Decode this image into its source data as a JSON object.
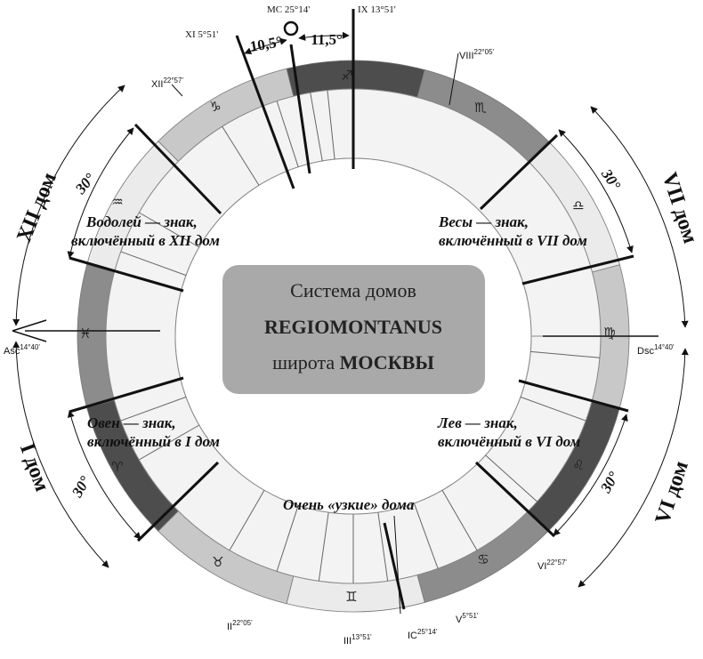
{
  "colors": {
    "dark": "#4d4d4d",
    "mid": "#8c8c8c",
    "light": "#c8c8c8",
    "pale": "#ebebeb",
    "center_box": "#a9a9a9"
  },
  "center": {
    "line1": "Система домов",
    "line2": "REGIOMONTANUS",
    "line3_a": "широта ",
    "line3_b": "МОСКВЫ"
  },
  "houses": {
    "xii": "XII дом",
    "vii": "VII дом",
    "i": "I дом",
    "vi": "VI дом"
  },
  "notes": {
    "aquarius_1": "Водолей — знак,",
    "aquarius_2": "включённый в XII дом",
    "libra_1": "Весы — знак,",
    "libra_2": "включённый в VII дом",
    "aries_1": "Овен — знак,",
    "aries_2": "включённый в I дом",
    "leo_1": "Лев — знак,",
    "leo_2": "включённый в VI дом",
    "narrow": "Очень «узкие» дома"
  },
  "degrees": {
    "d30": "30°",
    "left_top": "10,5°",
    "right_top": "11,5°"
  },
  "cusps": {
    "mc": "MC 25°14'",
    "ix": "IX 13°51'",
    "xi": "XI 5°51'",
    "viii_a": "VIII",
    "viii_b": "22°05'",
    "xii_a": "XII",
    "xii_b": "22°57'",
    "asc_a": "Asc",
    "asc_b": "14°40'",
    "dsc_a": "Dsc",
    "dsc_b": "14°40'",
    "vi_a": "VI",
    "vi_b": "22°57'",
    "ii_a": "II",
    "ii_b": "22°05'",
    "iii_a": "III",
    "iii_b": "13°51'",
    "ic_a": "IC",
    "ic_b": "25°14'",
    "v_a": "V",
    "v_b": "5°51'"
  },
  "signs": {
    "sagittarius": "♐",
    "scorpio": "♏",
    "libra": "♎",
    "virgo": "♍",
    "leo": "♌",
    "cancer": "♋",
    "gemini": "♊",
    "taurus": "♉",
    "aries": "♈",
    "pisces": "♓",
    "aquarius": "♒",
    "capricorn": "♑"
  }
}
